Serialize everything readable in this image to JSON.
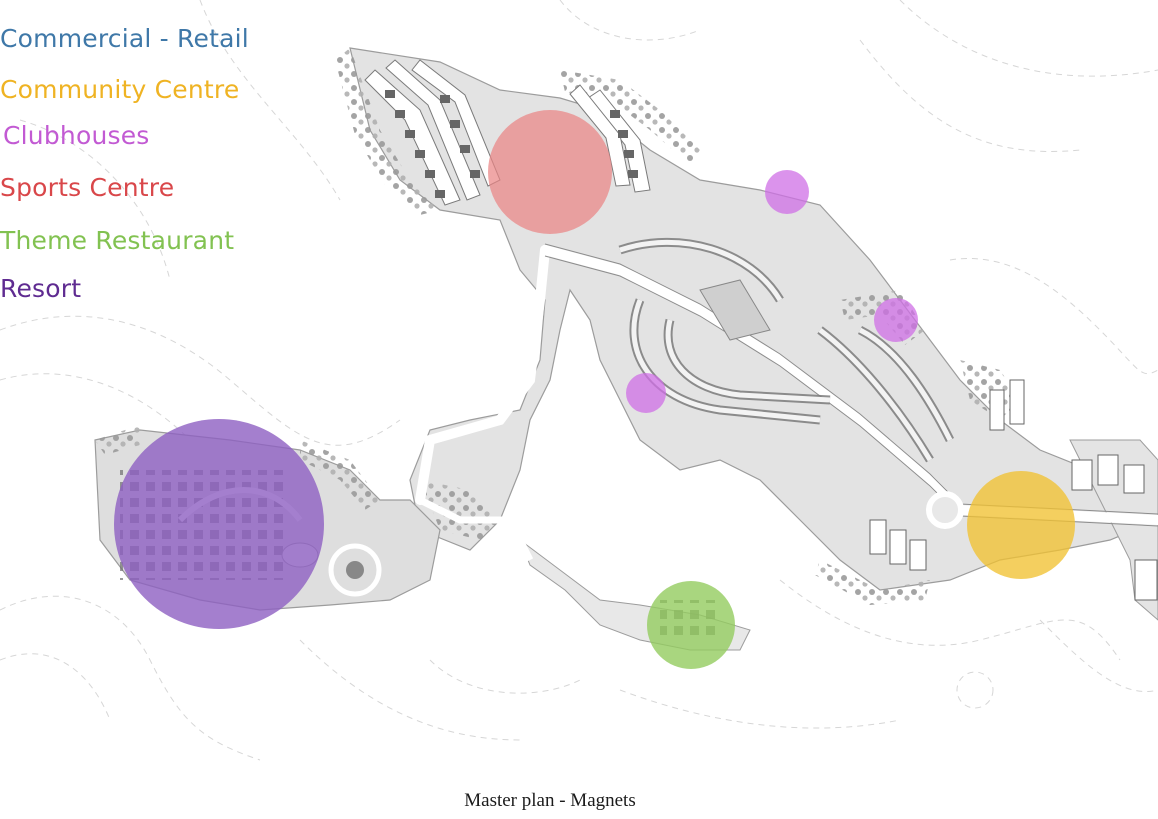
{
  "legend": {
    "items": [
      {
        "label": "Commercial - Retail",
        "color": "#3f78a8"
      },
      {
        "label": "Community Centre",
        "color": "#efb323"
      },
      {
        "label": "Clubhouses",
        "color": "#c25ad3"
      },
      {
        "label": "Sports Centre",
        "color": "#d9474a"
      },
      {
        "label": "Theme Restaurant",
        "color": "#82c251"
      },
      {
        "label": "Resort",
        "color": "#5f2b91"
      }
    ]
  },
  "markers": [
    {
      "name": "sports-centre-marker",
      "category": "Sports Centre",
      "color": "#ea8585"
    },
    {
      "name": "clubhouse-marker-1",
      "category": "Clubhouses",
      "color": "#cf6fe6"
    },
    {
      "name": "clubhouse-marker-2",
      "category": "Clubhouses",
      "color": "#cf6fe6"
    },
    {
      "name": "clubhouse-marker-3",
      "category": "Clubhouses",
      "color": "#cf6fe6"
    },
    {
      "name": "resort-marker",
      "category": "Resort",
      "color": "#8d5fc2"
    },
    {
      "name": "community-centre-marker",
      "category": "Community Centre",
      "color": "#f1c132"
    },
    {
      "name": "theme-restaurant-marker",
      "category": "Theme Restaurant",
      "color": "#93cc5f"
    }
  ],
  "caption": "Master plan - Magnets"
}
